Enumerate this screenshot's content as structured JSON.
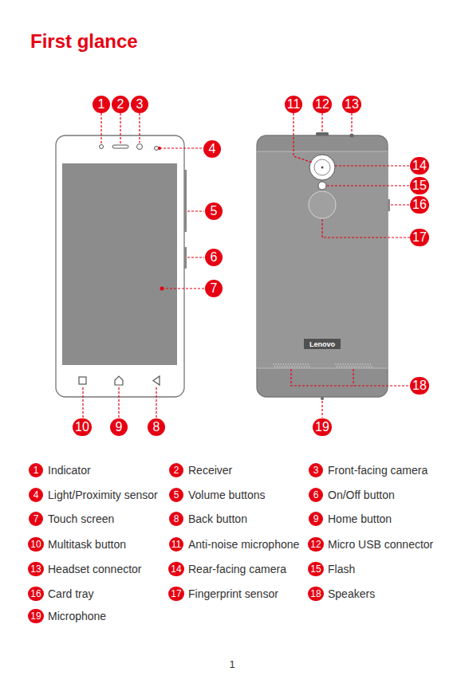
{
  "diagram": {
    "title": "First glance",
    "nodes": [
      {
        "text": [
          "1"
        ]
      },
      {
        "text": [
          "2"
        ]
      },
      {
        "text": [
          "3"
        ]
      },
      {
        "text": [
          "11"
        ]
      },
      {
        "text": [
          "12"
        ]
      },
      {
        "text": [
          "13"
        ]
      },
      {
        "text": [
          "4"
        ]
      },
      {
        "text": [
          "14"
        ]
      },
      {
        "text": [
          "15"
        ]
      },
      {
        "text": [
          "16"
        ]
      },
      {
        "text": [
          "5"
        ]
      },
      {
        "text": [
          "17"
        ]
      },
      {
        "text": [
          "6"
        ]
      },
      {
        "text": [
          "7"
        ]
      },
      {
        "text": [
          "18"
        ]
      },
      {
        "text": [
          "10"
        ]
      },
      {
        "text": [
          "9"
        ]
      },
      {
        "text": [
          "8"
        ]
      },
      {
        "text": [
          "19"
        ]
      },
      {
        "text": [
          "1"
        ]
      },
      {
        "text": [
          "2"
        ]
      },
      {
        "text": [
          "3"
        ]
      },
      {
        "text": [
          "4"
        ]
      },
      {
        "text": [
          "5"
        ]
      },
      {
        "text": [
          "6"
        ]
      },
      {
        "text": [
          "7"
        ]
      },
      {
        "text": [
          "8"
        ]
      },
      {
        "text": [
          "9"
        ]
      },
      {
        "text": [
          "10"
        ]
      },
      {
        "text": [
          "11"
        ]
      },
      {
        "text": [
          "12"
        ]
      },
      {
        "text": [
          "13"
        ]
      },
      {
        "text": [
          "14"
        ]
      },
      {
        "text": [
          "15"
        ]
      },
      {
        "text": [
          "16"
        ]
      },
      {
        "text": [
          "17"
        ]
      },
      {
        "text": [
          "18"
        ]
      },
      {
        "text": [
          "19"
        ]
      }
    ],
    "labels": [
      "Indicator",
      "Receiver",
      "Front-facing camera",
      "Light/Proximity sensor",
      "Volume buttons",
      "On/Off button",
      "Touch screen",
      "Back button",
      "Home button",
      "Multitask button",
      "Anti-noise microphone",
      "Micro USB connector",
      "Headset connector",
      "Rear-facing camera",
      "Flash",
      "Card tray",
      "Fingerprint sensor",
      "Speakers",
      "Microphone",
      "Lenovo",
      "1"
    ]
  }
}
